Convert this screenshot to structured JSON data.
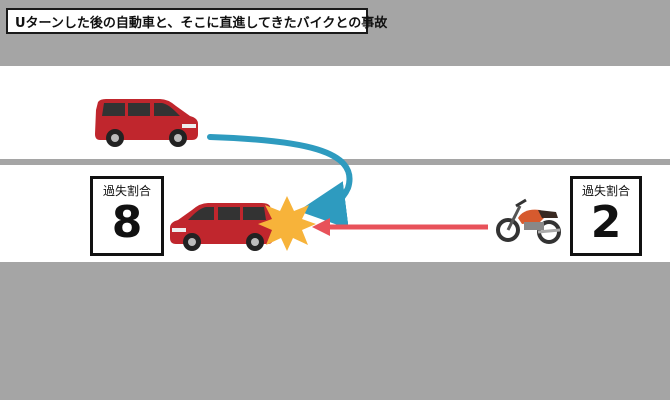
{
  "title": "Uターンした後の自動車と、そこに直進してきたバイクとの事故",
  "left_ratio": {
    "label": "過失割合",
    "value": "8"
  },
  "right_ratio": {
    "label": "過失割合",
    "value": "2"
  },
  "colors": {
    "road": "#a5a5a5",
    "lane": "#ffffff",
    "car_body": "#c0262d",
    "u_turn_arrow": "#2e9bbf",
    "straight_arrow": "#e8525a",
    "impact": "#f7b33a",
    "motorcycle_tank": "#d65a2e"
  }
}
